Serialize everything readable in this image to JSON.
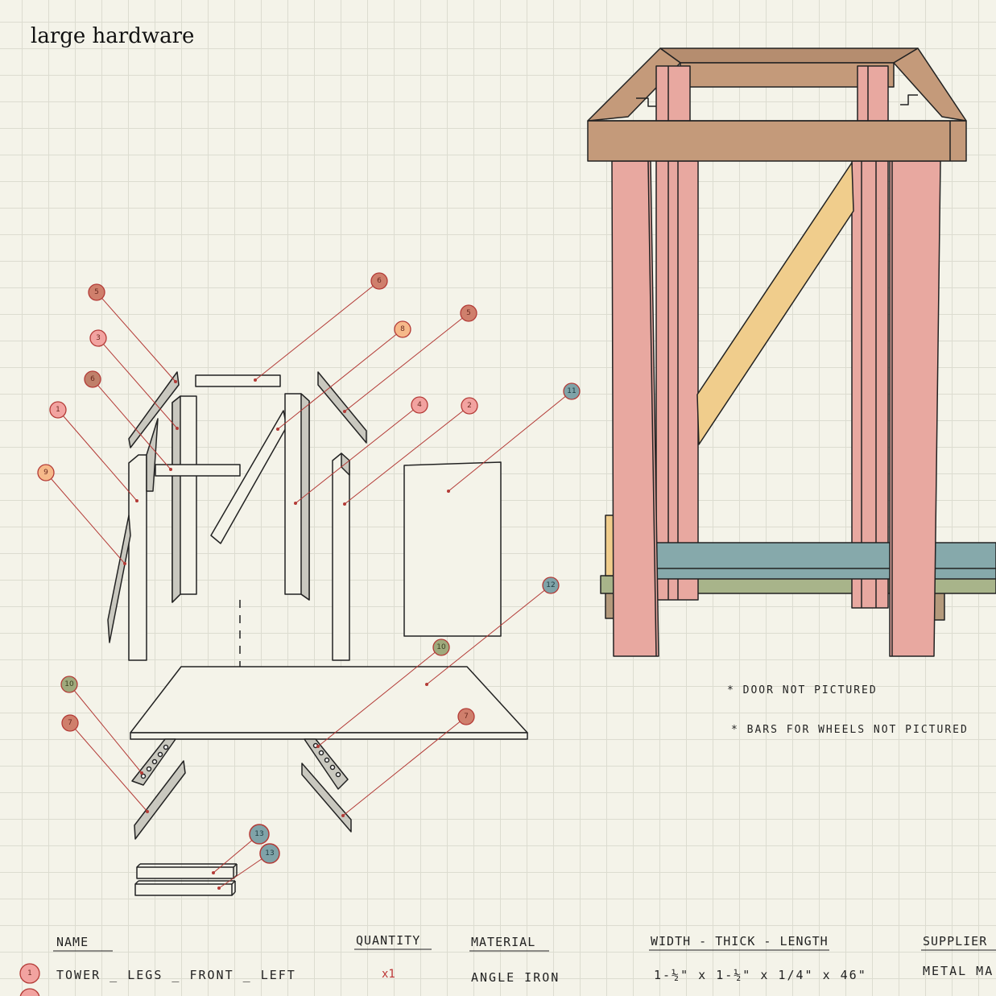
{
  "title": "large hardware",
  "notes": [
    "* DOOR NOT PICTURED",
    "* BARS FOR WHEELS NOT PICTURED"
  ],
  "table": {
    "headers": {
      "name": "NAME",
      "quantity": "QUANTITY",
      "material": "MATERIAL",
      "dimensions": "WIDTH - THICK - LENGTH",
      "supplier": "SUPPLIER"
    },
    "rows": [
      {
        "number": "1",
        "name": "TOWER _ LEGS _ FRONT _ LEFT",
        "quantity": "x1",
        "material": "ANGLE IRON",
        "dimensions": "1-½\" x 1-½\" x 1/4\" x 46\"",
        "supplier": "METAL MA"
      }
    ]
  },
  "callouts": [
    {
      "label": "5",
      "color": "#cf7f6c"
    },
    {
      "label": "3",
      "color": "#f2a3a0"
    },
    {
      "label": "6",
      "color": "#c0806a"
    },
    {
      "label": "1",
      "color": "#f2a3a0"
    },
    {
      "label": "9",
      "color": "#f6b98a"
    },
    {
      "label": "6",
      "color": "#cf7f6c"
    },
    {
      "label": "8",
      "color": "#f6b98a"
    },
    {
      "label": "5",
      "color": "#cf7f6c"
    },
    {
      "label": "4",
      "color": "#f2a3a0"
    },
    {
      "label": "2",
      "color": "#f2a3a0"
    },
    {
      "label": "11",
      "color": "#7fa3a8"
    },
    {
      "label": "12",
      "color": "#7fa3a8"
    },
    {
      "label": "10",
      "color": "#9fa97c"
    },
    {
      "label": "7",
      "color": "#cf7f6c"
    },
    {
      "label": "10",
      "color": "#9fa97c"
    },
    {
      "label": "7",
      "color": "#cf7f6c"
    },
    {
      "label": "13",
      "color": "#7fa3a8"
    },
    {
      "label": "13",
      "color": "#7fa3a8"
    }
  ],
  "colors": {
    "legs": "#e8a8a0",
    "top_frame": "#c49a7a",
    "brace": "#f0cd8c",
    "shelf": "#86a9ab",
    "angle_iron": "#c9c8bf",
    "leader_line": "#b33a36"
  }
}
